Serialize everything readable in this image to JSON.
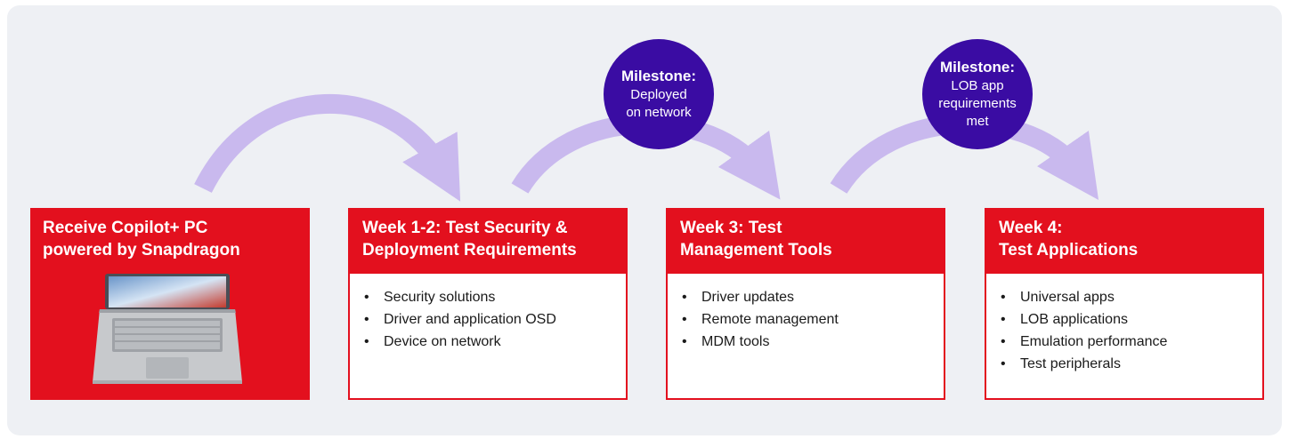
{
  "colors": {
    "accent_red": "#e3101e",
    "milestone_purple": "#3a0ca3",
    "arrow_lavender": "#c9b9ee",
    "panel_bg": "#eef0f4"
  },
  "start": {
    "title_line1": "Receive Copilot+ PC",
    "title_line2": "powered by Snapdragon",
    "image": "laptop-image"
  },
  "steps": [
    {
      "title_line1": "Week 1-2: Test Security &",
      "title_line2": "Deployment Requirements",
      "items": [
        "Security solutions",
        "Driver and application OSD",
        "Device on network"
      ]
    },
    {
      "title_line1": "Week 3: Test",
      "title_line2": "Management Tools",
      "items": [
        "Driver updates",
        "Remote management",
        "MDM tools"
      ]
    },
    {
      "title_line1": "Week 4:",
      "title_line2": "Test Applications",
      "items": [
        "Universal apps",
        "LOB applications",
        "Emulation performance",
        "Test peripherals"
      ]
    }
  ],
  "milestones": [
    {
      "title": "Milestone:",
      "line1": "Deployed",
      "line2": "on network",
      "line3": ""
    },
    {
      "title": "Milestone:",
      "line1": "LOB app",
      "line2": "requirements",
      "line3": "met"
    }
  ]
}
